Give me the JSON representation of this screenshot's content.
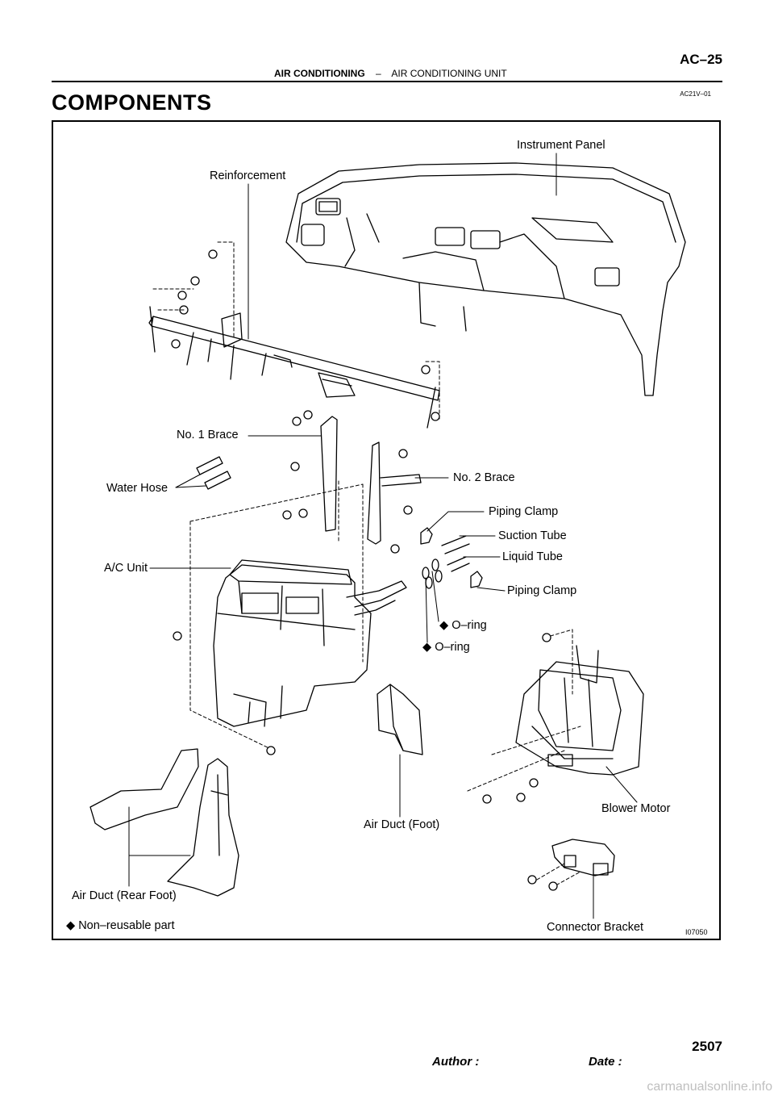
{
  "header": {
    "section": "AIR CONDITIONING",
    "separator": "–",
    "subsection": "AIR CONDITIONING UNIT",
    "page_code": "AC–25",
    "ref_code": "AC21V–01"
  },
  "title": "COMPONENTS",
  "figure": {
    "id": "I07050",
    "labels": {
      "instrument_panel": "Instrument Panel",
      "reinforcement": "Reinforcement",
      "no1_brace": "No. 1 Brace",
      "water_hose": "Water Hose",
      "no2_brace": "No. 2 Brace",
      "piping_clamp_1": "Piping Clamp",
      "suction_tube": "Suction Tube",
      "liquid_tube": "Liquid Tube",
      "ac_unit": "A/C Unit",
      "piping_clamp_2": "Piping Clamp",
      "o_ring_1": "O–ring",
      "o_ring_2": "O–ring",
      "blower_motor": "Blower Motor",
      "air_duct_foot": "Air Duct (Foot)",
      "air_duct_rear_foot": "Air Duct (Rear Foot)",
      "connector_bracket": "Connector Bracket"
    },
    "legend": {
      "symbol": "◆",
      "text": "Non–reusable part"
    }
  },
  "footer": {
    "author_label": "Author :",
    "date_label": "Date :",
    "page_number": "2507"
  },
  "watermark": "carmanualsonline.info"
}
